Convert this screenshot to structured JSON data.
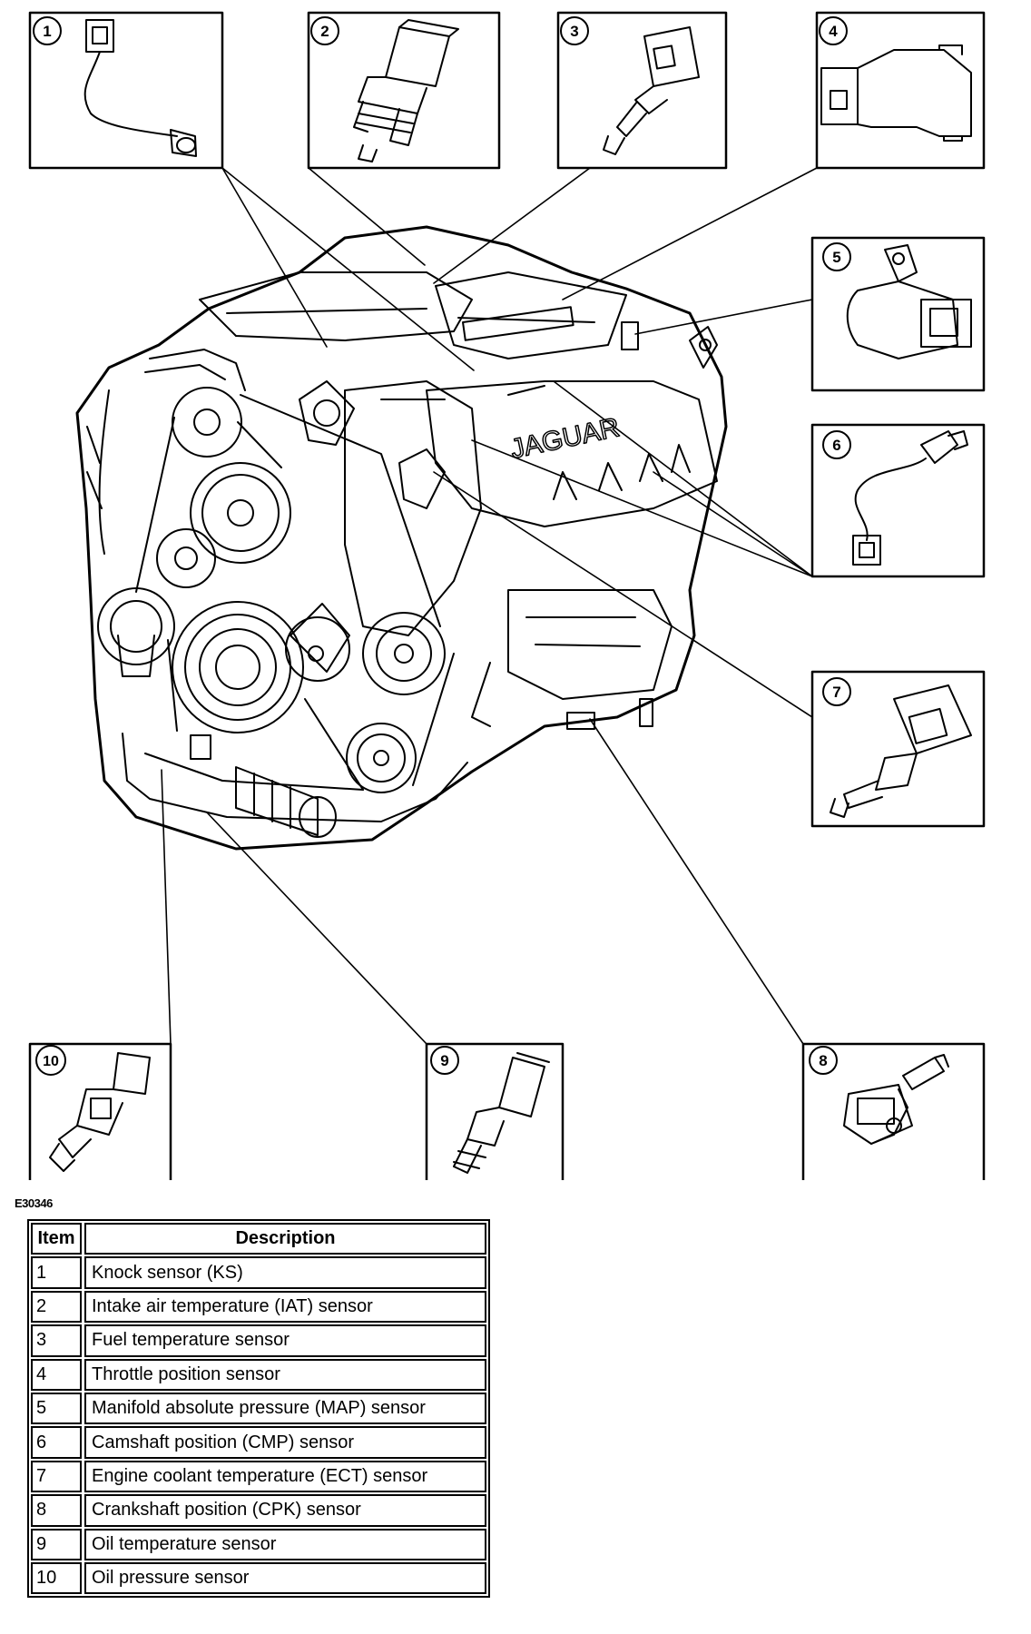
{
  "figure_id": "E30346",
  "engine_logo": "JAGUAR",
  "callouts": [
    "1",
    "2",
    "3",
    "4",
    "5",
    "6",
    "7",
    "8",
    "9",
    "10"
  ],
  "legend": {
    "header_item": "Item",
    "header_desc": "Description",
    "rows": [
      {
        "item": "1",
        "desc": "Knock sensor (KS)"
      },
      {
        "item": "2",
        "desc": "Intake air temperature (IAT) sensor"
      },
      {
        "item": "3",
        "desc": "Fuel temperature sensor"
      },
      {
        "item": "4",
        "desc": "Throttle position sensor"
      },
      {
        "item": "5",
        "desc": "Manifold absolute pressure (MAP) sensor"
      },
      {
        "item": "6",
        "desc": "Camshaft position (CMP) sensor"
      },
      {
        "item": "7",
        "desc": "Engine coolant temperature (ECT) sensor"
      },
      {
        "item": "8",
        "desc": "Crankshaft position (CPK) sensor"
      },
      {
        "item": "9",
        "desc": "Oil temperature sensor"
      },
      {
        "item": "10",
        "desc": "Oil pressure sensor"
      }
    ]
  }
}
